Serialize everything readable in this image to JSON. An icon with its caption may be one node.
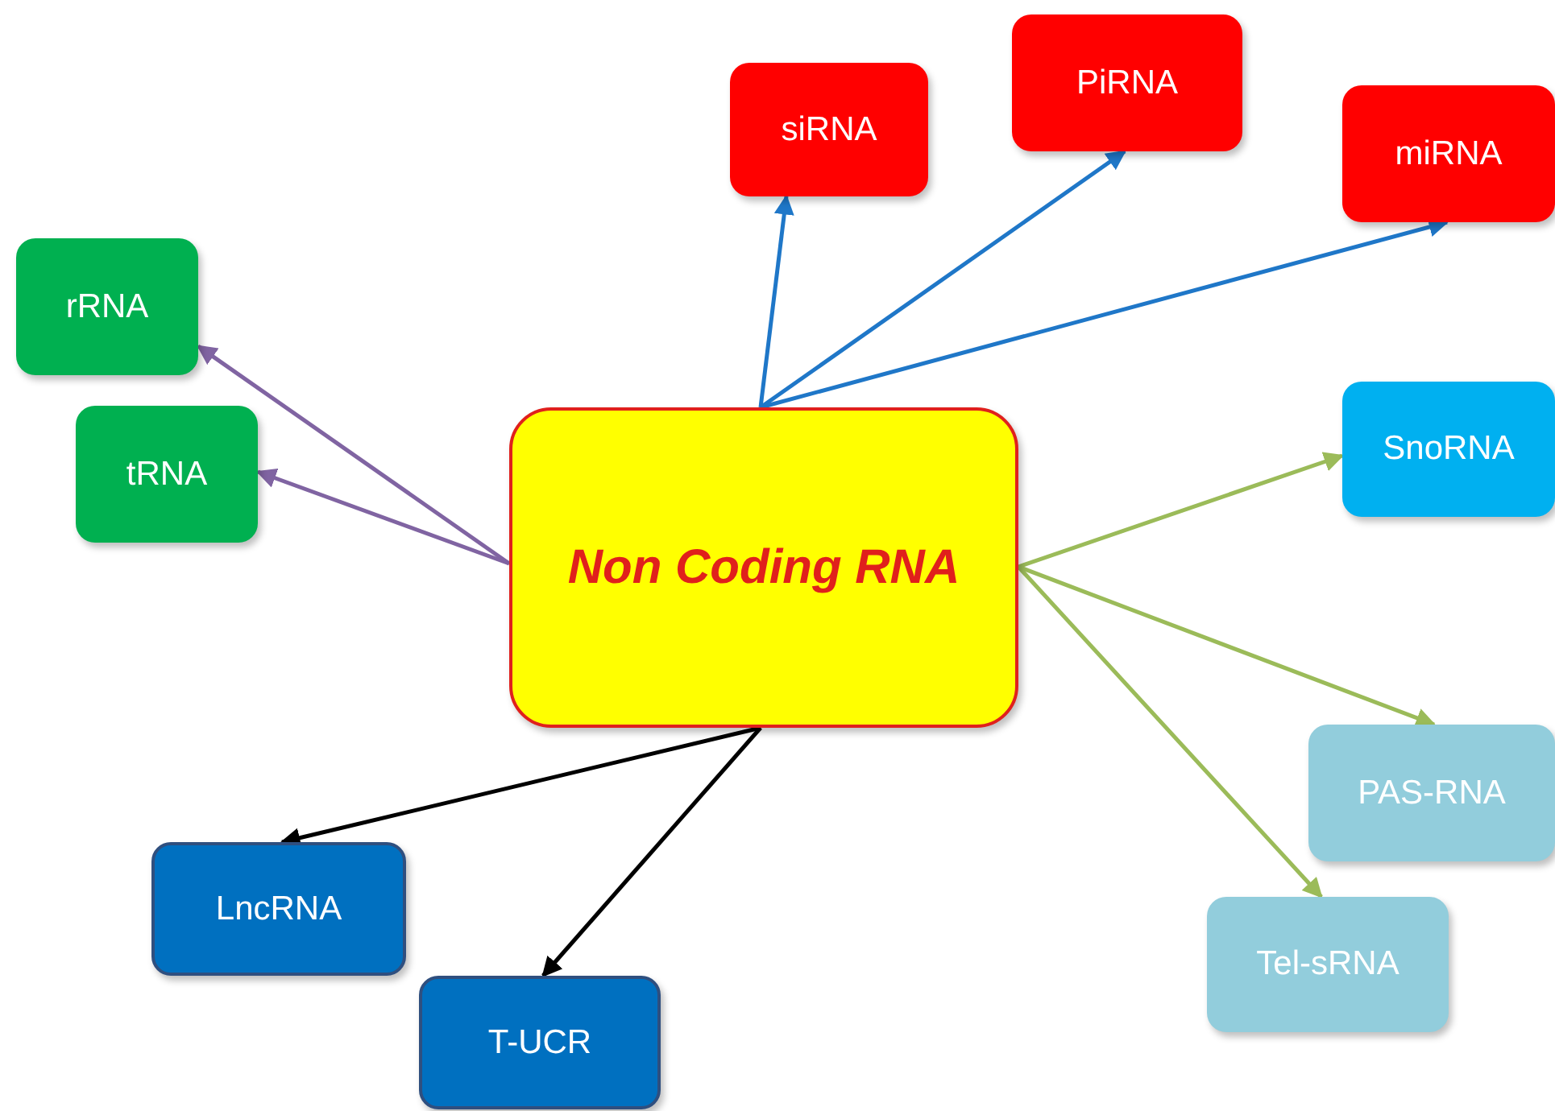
{
  "diagram": {
    "nodes": [
      {
        "text": [
          "Non Coding RNA"
        ]
      },
      {
        "text": [
          "siRNA"
        ]
      },
      {
        "text": [
          "PiRNA"
        ]
      },
      {
        "text": [
          "miRNA"
        ]
      },
      {
        "text": [
          "rRNA"
        ]
      },
      {
        "text": [
          "tRNA"
        ]
      },
      {
        "text": [
          "SnoRNA"
        ]
      },
      {
        "text": [
          "PAS-RNA"
        ]
      },
      {
        "text": [
          "Tel-sRNA"
        ]
      },
      {
        "text": [
          "LncRNA"
        ]
      },
      {
        "text": [
          "T-UCR"
        ]
      }
    ],
    "edges": [
      {
        "from": 0,
        "to": 1,
        "arrow": "to",
        "color": "#1f77c8"
      },
      {
        "from": 0,
        "to": 2,
        "arrow": "to",
        "color": "#1f77c8"
      },
      {
        "from": 0,
        "to": 3,
        "arrow": "to",
        "color": "#1f77c8"
      },
      {
        "from": 0,
        "to": 4,
        "arrow": "to",
        "color": "#8064a2"
      },
      {
        "from": 0,
        "to": 5,
        "arrow": "to",
        "color": "#8064a2"
      },
      {
        "from": 0,
        "to": 6,
        "arrow": "to",
        "color": "#9bbb59"
      },
      {
        "from": 0,
        "to": 7,
        "arrow": "to",
        "color": "#9bbb59"
      },
      {
        "from": 0,
        "to": 8,
        "arrow": "to",
        "color": "#9bbb59"
      },
      {
        "from": 0,
        "to": 9,
        "arrow": "to",
        "color": "#000000"
      },
      {
        "from": 0,
        "to": 10,
        "arrow": "to",
        "color": "#000000"
      }
    ]
  }
}
